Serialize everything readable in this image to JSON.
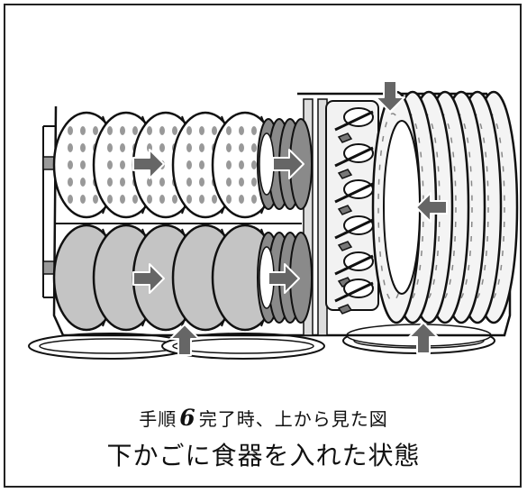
{
  "caption": {
    "step_prefix": "手順",
    "step_number": "6",
    "step_suffix": "完了時、上から見た図",
    "title": "下かごに食器を入れた状態"
  },
  "colors": {
    "line": "#111111",
    "bowl_light": "#ffffff",
    "bowl_dark": "#c4c4c4",
    "arrow": "#666666",
    "rack_gray": "#9a9a9a"
  }
}
